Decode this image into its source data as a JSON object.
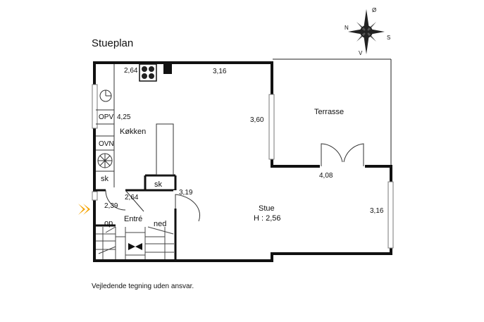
{
  "plan": {
    "title": "Stueplan",
    "disclaimer": "Vejledende tegning uden ansvar."
  },
  "compass": {
    "n": "N",
    "o": "Ø",
    "s": "S",
    "v": "V"
  },
  "rooms": {
    "kitchen": "Køkken",
    "living": "Stue",
    "living_height": "H : 2,56",
    "terrace": "Terrasse",
    "entrance": "Entré",
    "stairs_up": "op",
    "stairs_down": "ned"
  },
  "fixtures": {
    "dishwasher": "OPV",
    "oven": "OVN",
    "cabinet_kitchen": "sk",
    "cabinet_entrance": "sk"
  },
  "dimensions": {
    "kitchen_top_left": "2,64",
    "top_wall": "3,16",
    "kitchen_length": "4,25",
    "inner_wall": "3,60",
    "terrace_bottom": "4,08",
    "right_wall": "3,16",
    "entrance_wall": "3,19",
    "entrance_width": "2,64",
    "entrance_height": "2,39"
  }
}
